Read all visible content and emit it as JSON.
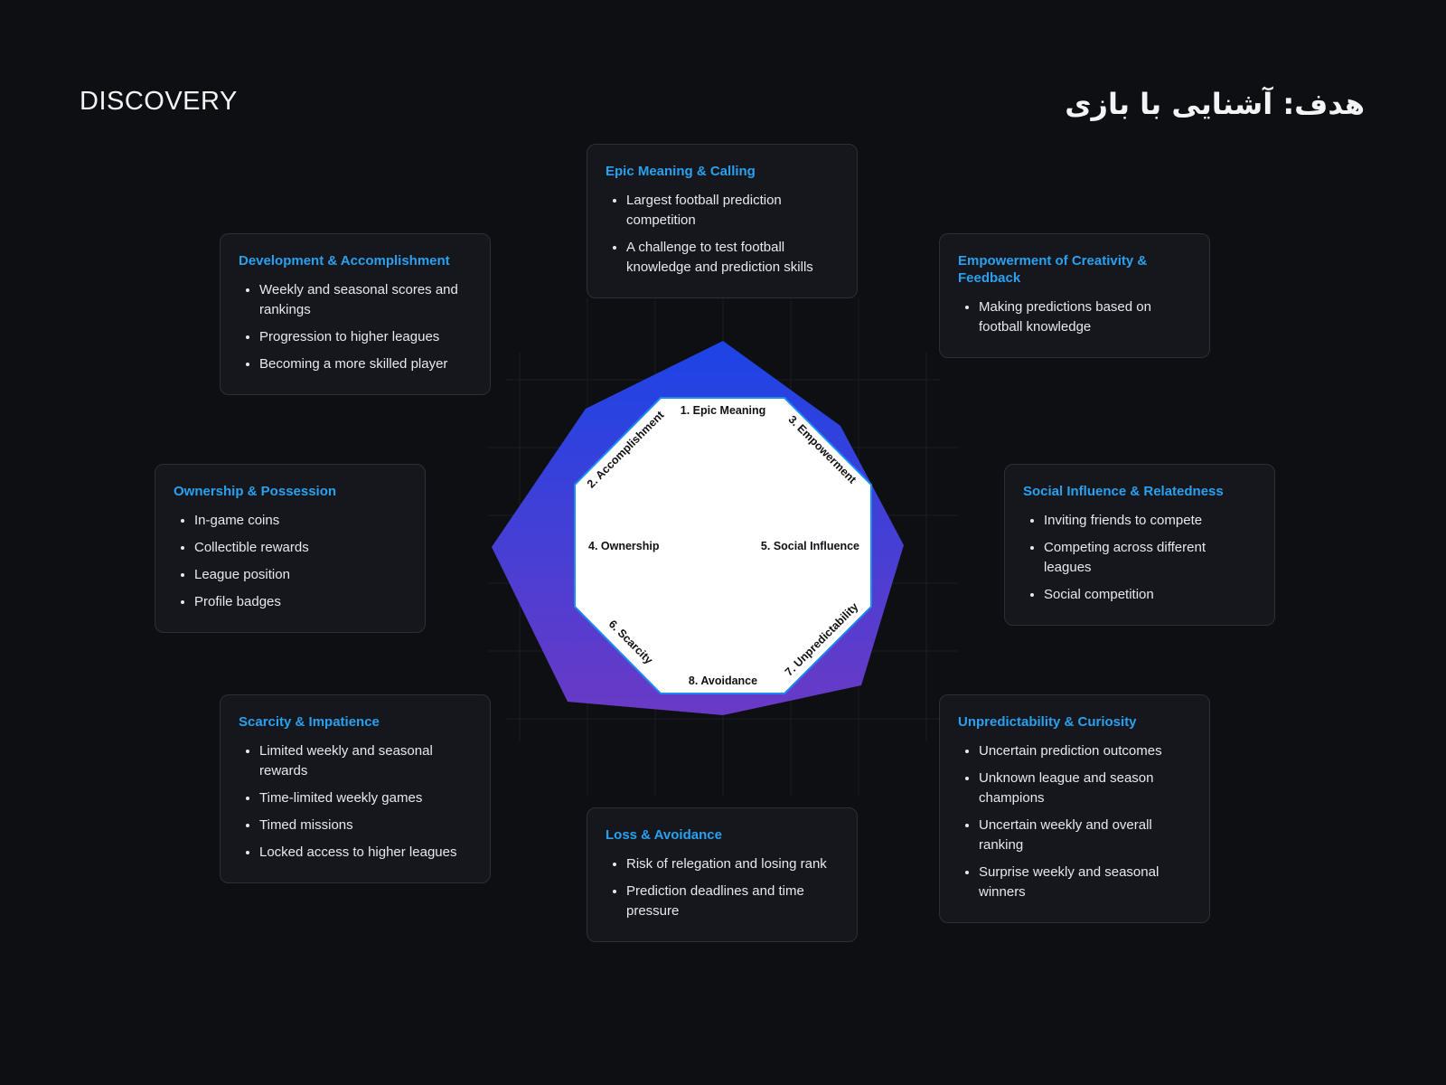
{
  "header": {
    "title_left": "DISCOVERY",
    "title_right": "هدف: آشنایی با بازی"
  },
  "octagon": {
    "labels": [
      "1. Epic Meaning",
      "2. Accomplishment",
      "3. Empowerment",
      "4. Ownership",
      "5. Social Influence",
      "6. Scarcity",
      "7. Unpredictability",
      "8. Avoidance"
    ]
  },
  "colors": {
    "accent_heading": "#2aa1f0",
    "shape_top": "#1c44e6",
    "shape_bottom": "#6a3ac6",
    "octagon_border": "#1d8cf0"
  },
  "cards": [
    {
      "key": "epic",
      "title": "Epic Meaning & Calling",
      "items": [
        "Largest football prediction competition",
        "A challenge to test football knowledge and prediction skills"
      ]
    },
    {
      "key": "development",
      "title": "Development & Accomplishment",
      "items": [
        "Weekly and seasonal scores and rankings",
        "Progression to higher leagues",
        "Becoming a more skilled player"
      ]
    },
    {
      "key": "empowerment",
      "title": "Empowerment of Creativity & Feedback",
      "items": [
        "Making predictions based on football knowledge"
      ]
    },
    {
      "key": "ownership",
      "title": "Ownership & Possession",
      "items": [
        "In-game coins",
        "Collectible rewards",
        "League position",
        "Profile badges"
      ]
    },
    {
      "key": "social",
      "title": "Social Influence & Relatedness",
      "items": [
        "Inviting friends to compete",
        "Competing across different leagues",
        "Social competition"
      ]
    },
    {
      "key": "scarcity",
      "title": "Scarcity & Impatience",
      "items": [
        "Limited weekly and seasonal rewards",
        "Time-limited weekly games",
        "Timed missions",
        "Locked access to higher leagues"
      ]
    },
    {
      "key": "unpredictability",
      "title": "Unpredictability & Curiosity",
      "items": [
        "Uncertain prediction outcomes",
        "Unknown league and season champions",
        "Uncertain weekly and overall ranking",
        "Surprise weekly and seasonal winners"
      ]
    },
    {
      "key": "loss",
      "title": "Loss & Avoidance",
      "items": [
        "Risk of relegation and losing rank",
        "Prediction deadlines and time pressure"
      ]
    }
  ]
}
